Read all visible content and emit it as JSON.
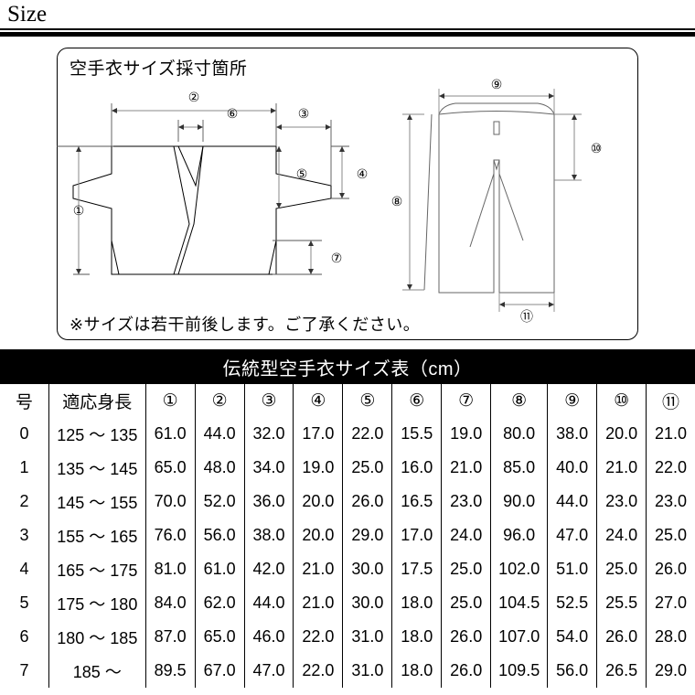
{
  "page": {
    "heading": "Size"
  },
  "diagram": {
    "title": "空手衣サイズ採寸箇所",
    "note": "※サイズは若干前後します。ご了承ください。",
    "jacket_callouts": [
      "①",
      "②",
      "③",
      "④",
      "⑤",
      "⑥",
      "⑦"
    ],
    "pants_callouts": [
      "⑧",
      "⑨",
      "⑩",
      "⑪"
    ]
  },
  "table": {
    "banner": "伝統型空手衣サイズ表（cm）",
    "headers": [
      "号",
      "適応身長",
      "①",
      "②",
      "③",
      "④",
      "⑤",
      "⑥",
      "⑦",
      "⑧",
      "⑨",
      "⑩",
      "⑪"
    ],
    "rows": [
      [
        "0",
        "125 〜 135",
        "61.0",
        "44.0",
        "32.0",
        "17.0",
        "22.0",
        "15.5",
        "19.0",
        "80.0",
        "38.0",
        "20.0",
        "21.0"
      ],
      [
        "1",
        "135 〜 145",
        "65.0",
        "48.0",
        "34.0",
        "19.0",
        "25.0",
        "16.0",
        "21.0",
        "85.0",
        "40.0",
        "21.0",
        "22.0"
      ],
      [
        "2",
        "145 〜 155",
        "70.0",
        "52.0",
        "36.0",
        "20.0",
        "26.0",
        "16.5",
        "23.0",
        "90.0",
        "44.0",
        "23.0",
        "23.0"
      ],
      [
        "3",
        "155 〜 165",
        "76.0",
        "56.0",
        "38.0",
        "20.0",
        "29.0",
        "17.0",
        "24.0",
        "96.0",
        "47.0",
        "24.0",
        "25.0"
      ],
      [
        "4",
        "165 〜 175",
        "81.0",
        "61.0",
        "42.0",
        "21.0",
        "30.0",
        "17.5",
        "25.0",
        "102.0",
        "51.0",
        "25.0",
        "26.0"
      ],
      [
        "5",
        "175 〜 180",
        "84.0",
        "62.0",
        "44.0",
        "21.0",
        "30.0",
        "18.0",
        "25.0",
        "104.5",
        "52.5",
        "25.5",
        "27.0"
      ],
      [
        "6",
        "180 〜 185",
        "87.0",
        "65.0",
        "46.0",
        "22.0",
        "31.0",
        "18.0",
        "26.0",
        "107.0",
        "54.0",
        "26.0",
        "28.0"
      ],
      [
        "7",
        "185 〜",
        "89.5",
        "67.0",
        "47.0",
        "22.0",
        "31.0",
        "18.0",
        "26.0",
        "109.5",
        "56.0",
        "26.5",
        "29.0"
      ]
    ]
  },
  "colors": {
    "ink": "#000000",
    "paper": "#ffffff",
    "banner_bg": "#000000",
    "banner_fg": "#ffffff",
    "dimension_line": "#888888"
  }
}
